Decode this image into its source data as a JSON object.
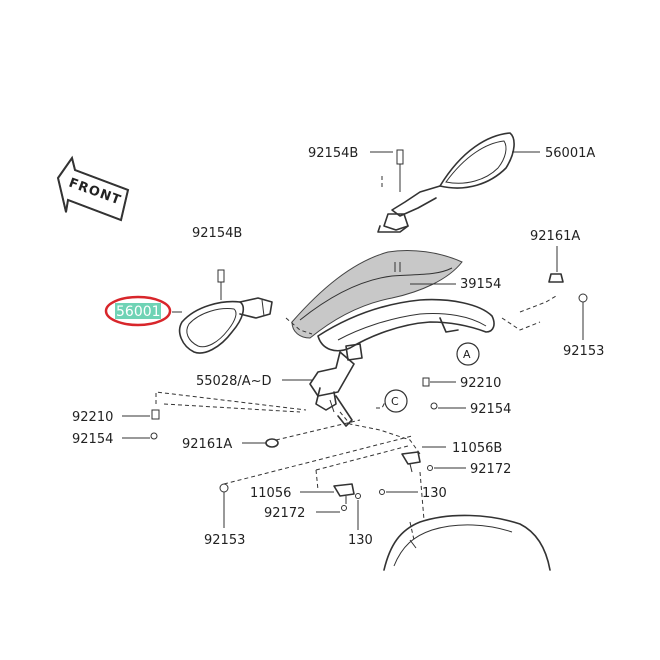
{
  "front_arrow": {
    "text": "FRONT"
  },
  "callouts": {
    "label_56001_highlighted": "56001",
    "label_92154B_top": "92154B",
    "label_56001A": "56001A",
    "label_92154B_left": "92154B",
    "label_92161A_top": "92161A",
    "label_39154": "39154",
    "label_92153_right": "92153",
    "label_55028": "55028/A~D",
    "label_92210_right": "92210",
    "label_92154_right": "92154",
    "label_92210_left": "92210",
    "label_92154_left": "92154",
    "label_92161A_mid": "92161A",
    "label_11056B": "11056B",
    "label_92172_right": "92172",
    "label_11056": "11056",
    "label_130_right": "130",
    "label_92172_bottom": "92172",
    "label_92153_bottom": "92153",
    "label_130_bottom": "130"
  },
  "reference_circles": {
    "A": "A",
    "C": "C"
  },
  "highlight": {
    "fill": "#6fd3b5",
    "ring": "#d8262b"
  }
}
